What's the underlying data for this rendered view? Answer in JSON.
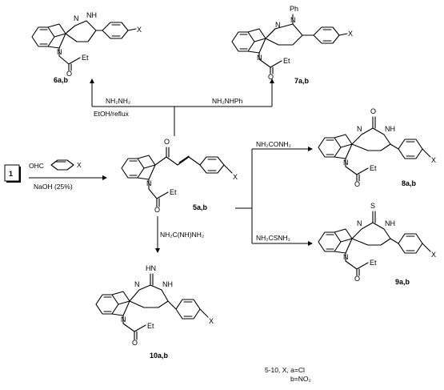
{
  "compounds": {
    "c1": "1",
    "c5": "5a,b",
    "c6": "6a,b",
    "c7": "7a,b",
    "c8": "8a,b",
    "c9": "9a,b",
    "c10": "10a,b"
  },
  "reagents": {
    "hydrazine": "NH₂NH₂",
    "solvent": "EtOH/reflux",
    "phenylhydrazine": "NH₂NHPh",
    "urea": "NH₂CONH₂",
    "thiourea": "NH₂CSNH₂",
    "guanidine": "NH₂C(NH)NH₂",
    "base": "NaOH (25%)",
    "aldehyde_cho": "OHC",
    "aldehyde_x": "X"
  },
  "atoms": {
    "N": "N",
    "NH": "NH",
    "O": "O",
    "S": "S",
    "X": "X",
    "Ph": "Ph",
    "Et": "Et",
    "HN": "HN",
    "HNN": "N"
  },
  "legend": {
    "line1": "5-10, X, a=Cl",
    "line2": "b=NO₂"
  }
}
